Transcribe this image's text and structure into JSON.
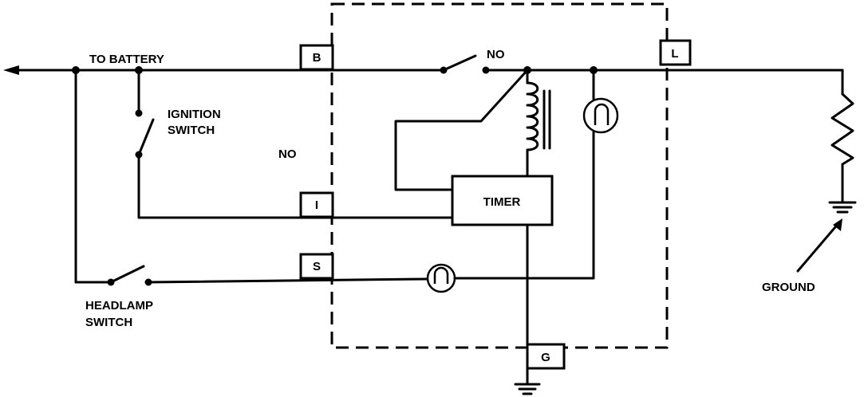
{
  "labels": {
    "to_battery": "TO BATTERY",
    "no_switch": "NO",
    "no_left": "NO",
    "ignition_line1": "IGNITION",
    "ignition_line2": "SWITCH",
    "timer": "TIMER",
    "headlamp_line1": "HEADLAMP",
    "headlamp_line2": "SWITCH",
    "ground": "GROUND"
  },
  "terminals": {
    "b": "B",
    "l": "L",
    "i": "I",
    "s": "S",
    "g": "G"
  }
}
